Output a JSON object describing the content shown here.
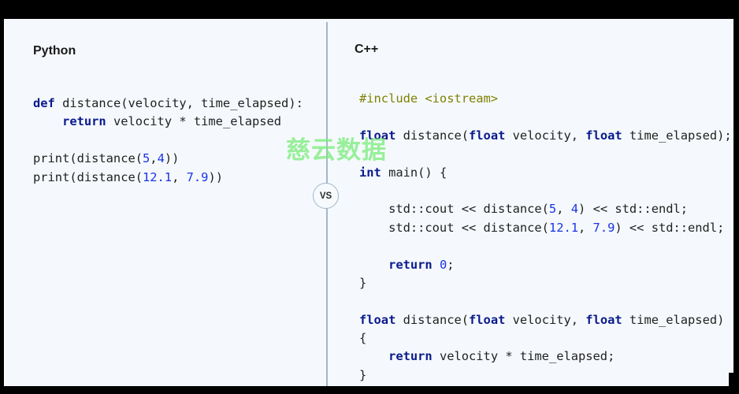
{
  "left_panel": {
    "title": "Python",
    "code_lines": [
      [
        {
          "t": "def",
          "c": "kw"
        },
        {
          "t": " distance(velocity, time_elapsed):",
          "c": ""
        }
      ],
      [
        {
          "t": "    ",
          "c": ""
        },
        {
          "t": "return",
          "c": "kw"
        },
        {
          "t": " velocity * time_elapsed",
          "c": ""
        }
      ],
      [],
      [
        {
          "t": "print(distance(",
          "c": ""
        },
        {
          "t": "5",
          "c": "num"
        },
        {
          "t": ",",
          "c": ""
        },
        {
          "t": "4",
          "c": "num"
        },
        {
          "t": "))",
          "c": ""
        }
      ],
      [
        {
          "t": "print(distance(",
          "c": ""
        },
        {
          "t": "12.1",
          "c": "num"
        },
        {
          "t": ", ",
          "c": ""
        },
        {
          "t": "7.9",
          "c": "num"
        },
        {
          "t": "))",
          "c": ""
        }
      ]
    ]
  },
  "right_panel": {
    "title": "C++",
    "code_lines": [
      [
        {
          "t": "#include <iostream>",
          "c": "pre"
        }
      ],
      [],
      [
        {
          "t": "float",
          "c": "kw"
        },
        {
          "t": " distance(",
          "c": ""
        },
        {
          "t": "float",
          "c": "kw"
        },
        {
          "t": " velocity, ",
          "c": ""
        },
        {
          "t": "float",
          "c": "kw"
        },
        {
          "t": " time_elapsed);",
          "c": ""
        }
      ],
      [],
      [
        {
          "t": "int",
          "c": "kw"
        },
        {
          "t": " main() {",
          "c": ""
        }
      ],
      [],
      [
        {
          "t": "    std::cout << distance(",
          "c": ""
        },
        {
          "t": "5",
          "c": "num"
        },
        {
          "t": ", ",
          "c": ""
        },
        {
          "t": "4",
          "c": "num"
        },
        {
          "t": ") << std::endl;",
          "c": ""
        }
      ],
      [
        {
          "t": "    std::cout << distance(",
          "c": ""
        },
        {
          "t": "12.1",
          "c": "num"
        },
        {
          "t": ", ",
          "c": ""
        },
        {
          "t": "7.9",
          "c": "num"
        },
        {
          "t": ") << std::endl;",
          "c": ""
        }
      ],
      [],
      [
        {
          "t": "    ",
          "c": ""
        },
        {
          "t": "return",
          "c": "kw"
        },
        {
          "t": " ",
          "c": ""
        },
        {
          "t": "0",
          "c": "num"
        },
        {
          "t": ";",
          "c": ""
        }
      ],
      [
        {
          "t": "}",
          "c": ""
        }
      ],
      [],
      [
        {
          "t": "float",
          "c": "kw"
        },
        {
          "t": " distance(",
          "c": ""
        },
        {
          "t": "float",
          "c": "kw"
        },
        {
          "t": " velocity, ",
          "c": ""
        },
        {
          "t": "float",
          "c": "kw"
        },
        {
          "t": " time_elapsed)",
          "c": ""
        }
      ],
      [
        {
          "t": "{",
          "c": ""
        }
      ],
      [
        {
          "t": "    ",
          "c": ""
        },
        {
          "t": "return",
          "c": "kw"
        },
        {
          "t": " velocity * time_elapsed;",
          "c": ""
        }
      ],
      [
        {
          "t": "}",
          "c": ""
        }
      ]
    ]
  },
  "divider": {
    "badge_label": "VS"
  },
  "watermark": {
    "text": "慈云数据"
  },
  "colors": {
    "background": "#f5f9fd",
    "keyword": "#0a1a8c",
    "number": "#1a33e6",
    "preprocessor": "#808000",
    "divider": "#a3b7c9",
    "watermark": "#78eb78"
  }
}
